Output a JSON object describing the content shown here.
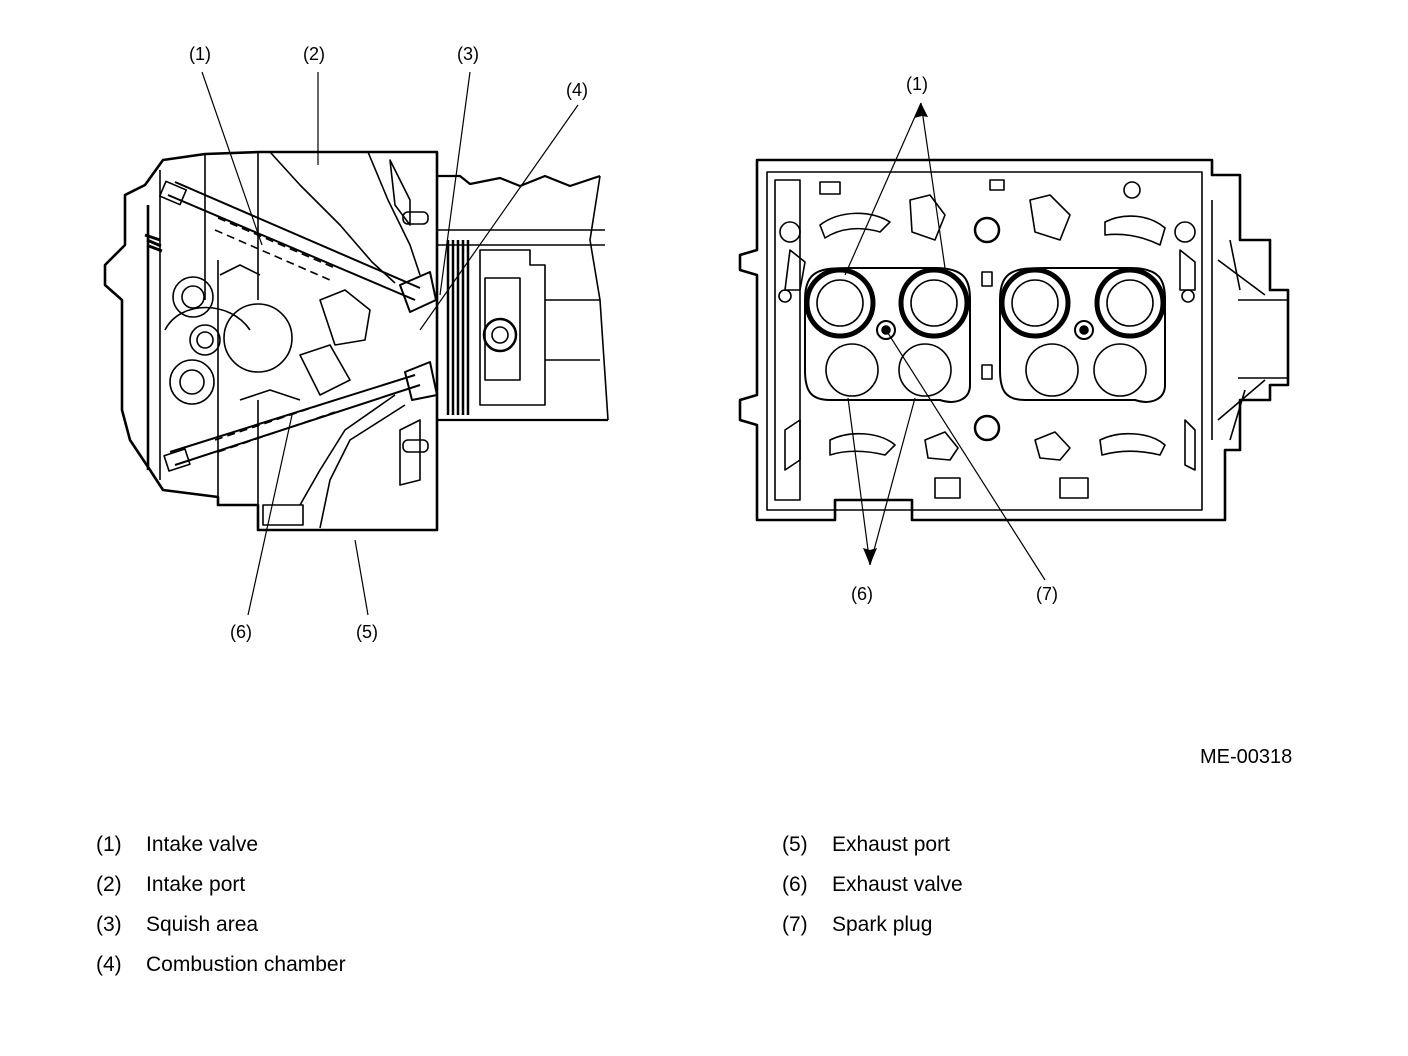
{
  "figure_id": "ME-00318",
  "callouts": {
    "c1": "(1)",
    "c2": "(2)",
    "c3": "(3)",
    "c4": "(4)",
    "c5": "(5)",
    "c6": "(6)",
    "c7": "(7)"
  },
  "legend": [
    {
      "num": "(1)",
      "label": "Intake valve"
    },
    {
      "num": "(2)",
      "label": "Intake port"
    },
    {
      "num": "(3)",
      "label": "Squish area"
    },
    {
      "num": "(4)",
      "label": "Combustion chamber"
    },
    {
      "num": "(5)",
      "label": "Exhaust port"
    },
    {
      "num": "(6)",
      "label": "Exhaust valve"
    },
    {
      "num": "(7)",
      "label": "Spark plug"
    }
  ]
}
